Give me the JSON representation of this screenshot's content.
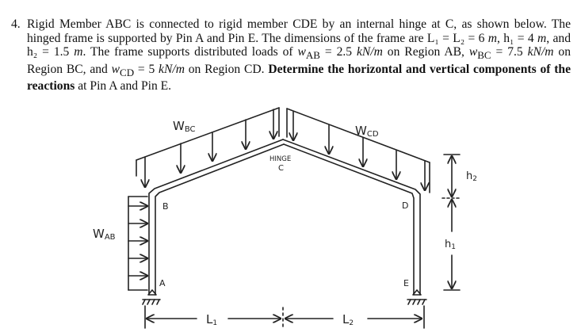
{
  "problem": {
    "number": "4.",
    "intro": "Rigid Member ABC is connected to rigid member CDE by an internal hinge at C, as shown below. The hinged frame is supported by Pin A and Pin E. The dimensions of the frame are",
    "dims": {
      "L1": "L₁ = L₂ = 6 ",
      "L1_unit": "m",
      "h1": ", h₁ = 4 ",
      "h1_unit": "m",
      "h2": ", and h₂ = 1.5 ",
      "h2_unit": "m",
      "tail": ".  The frame supports distributed loads of "
    },
    "loads": {
      "wab": "w",
      "wab_sub": "AB",
      "wab_val": " = 2.5 ",
      "wab_unit": "kN/m",
      "wab_tail": " on Region AB, ",
      "wbc": "w",
      "wbc_sub": "BC",
      "wbc_val": " = 7.5 ",
      "wbc_unit": "kN/m",
      "wbc_tail": " on Region BC, and ",
      "wcd": "w",
      "wcd_sub": "CD",
      "wcd_val": " = 5 ",
      "wcd_unit": "kN/m",
      "wcd_tail": " on Region CD."
    },
    "task_bold": "Determine the horizontal and vertical components of the reactions",
    "task_tail": " at Pin A and Pin E."
  },
  "diagram": {
    "label_wbc": "WBC",
    "label_wcd": "WCD",
    "label_wab": "WAB",
    "label_hinge": "HINGE",
    "label_c": "C",
    "label_a": "A",
    "label_b": "B",
    "label_d": "D",
    "label_e": "E",
    "label_l1": "L1",
    "label_l2": "L2",
    "label_h1": "h1",
    "label_h2": "h2"
  },
  "colors": {
    "ink": "#222222",
    "paper": "#ffffff"
  }
}
